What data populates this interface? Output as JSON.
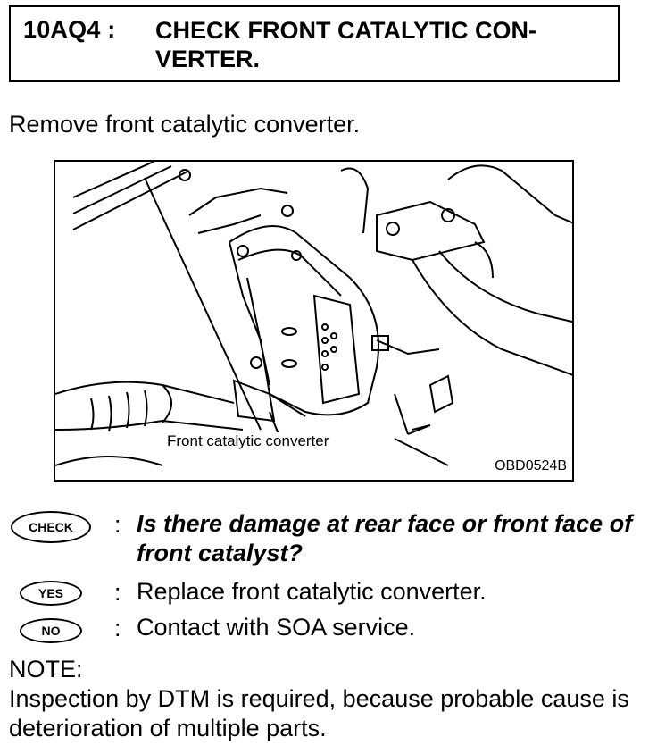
{
  "header": {
    "step_code": "10AQ4 :",
    "title": "CHECK FRONT CATALYTIC CON- VERTER."
  },
  "instruction": "Remove front catalytic converter.",
  "figure": {
    "callout": "Front catalytic converter",
    "code": "OBD0524B"
  },
  "check": {
    "badge": "CHECK",
    "colon": ":",
    "question": "Is there damage at rear face or front face of front catalyst?"
  },
  "yes": {
    "badge": "YES",
    "colon": ":",
    "answer": "Replace front catalytic converter."
  },
  "no": {
    "badge": "NO",
    "colon": ":",
    "answer": "Contact with SOA service."
  },
  "note": {
    "label": "NOTE:",
    "text": "Inspection by DTM is required, because probable cause is deterioration of multiple parts."
  }
}
